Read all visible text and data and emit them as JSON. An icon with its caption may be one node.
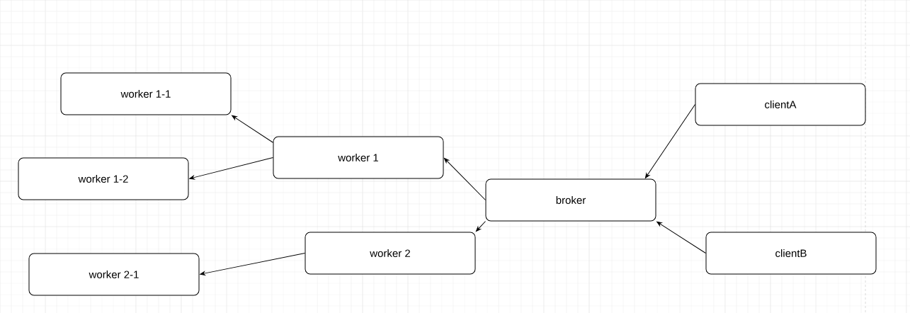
{
  "diagram": {
    "nodes": [
      {
        "text": [
          "worker 1-1"
        ]
      },
      {
        "text": [
          "worker 1-2"
        ]
      },
      {
        "text": [
          "worker 1"
        ]
      },
      {
        "text": [
          "broker"
        ]
      },
      {
        "text": [
          "clientA"
        ]
      },
      {
        "text": [
          "worker 2"
        ]
      },
      {
        "text": [
          "clientB"
        ]
      },
      {
        "text": [
          "worker 2-1"
        ]
      }
    ],
    "edges": [
      {
        "from": 2,
        "to": 0,
        "arrow": "to"
      },
      {
        "from": 2,
        "to": 1,
        "arrow": "to"
      },
      {
        "from": 3,
        "to": 2,
        "arrow": "to"
      },
      {
        "from": 3,
        "to": 5,
        "arrow": "to"
      },
      {
        "from": 5,
        "to": 7,
        "arrow": "to"
      },
      {
        "from": 4,
        "to": 3,
        "arrow": "to"
      },
      {
        "from": 6,
        "to": 3,
        "arrow": "to"
      }
    ]
  }
}
